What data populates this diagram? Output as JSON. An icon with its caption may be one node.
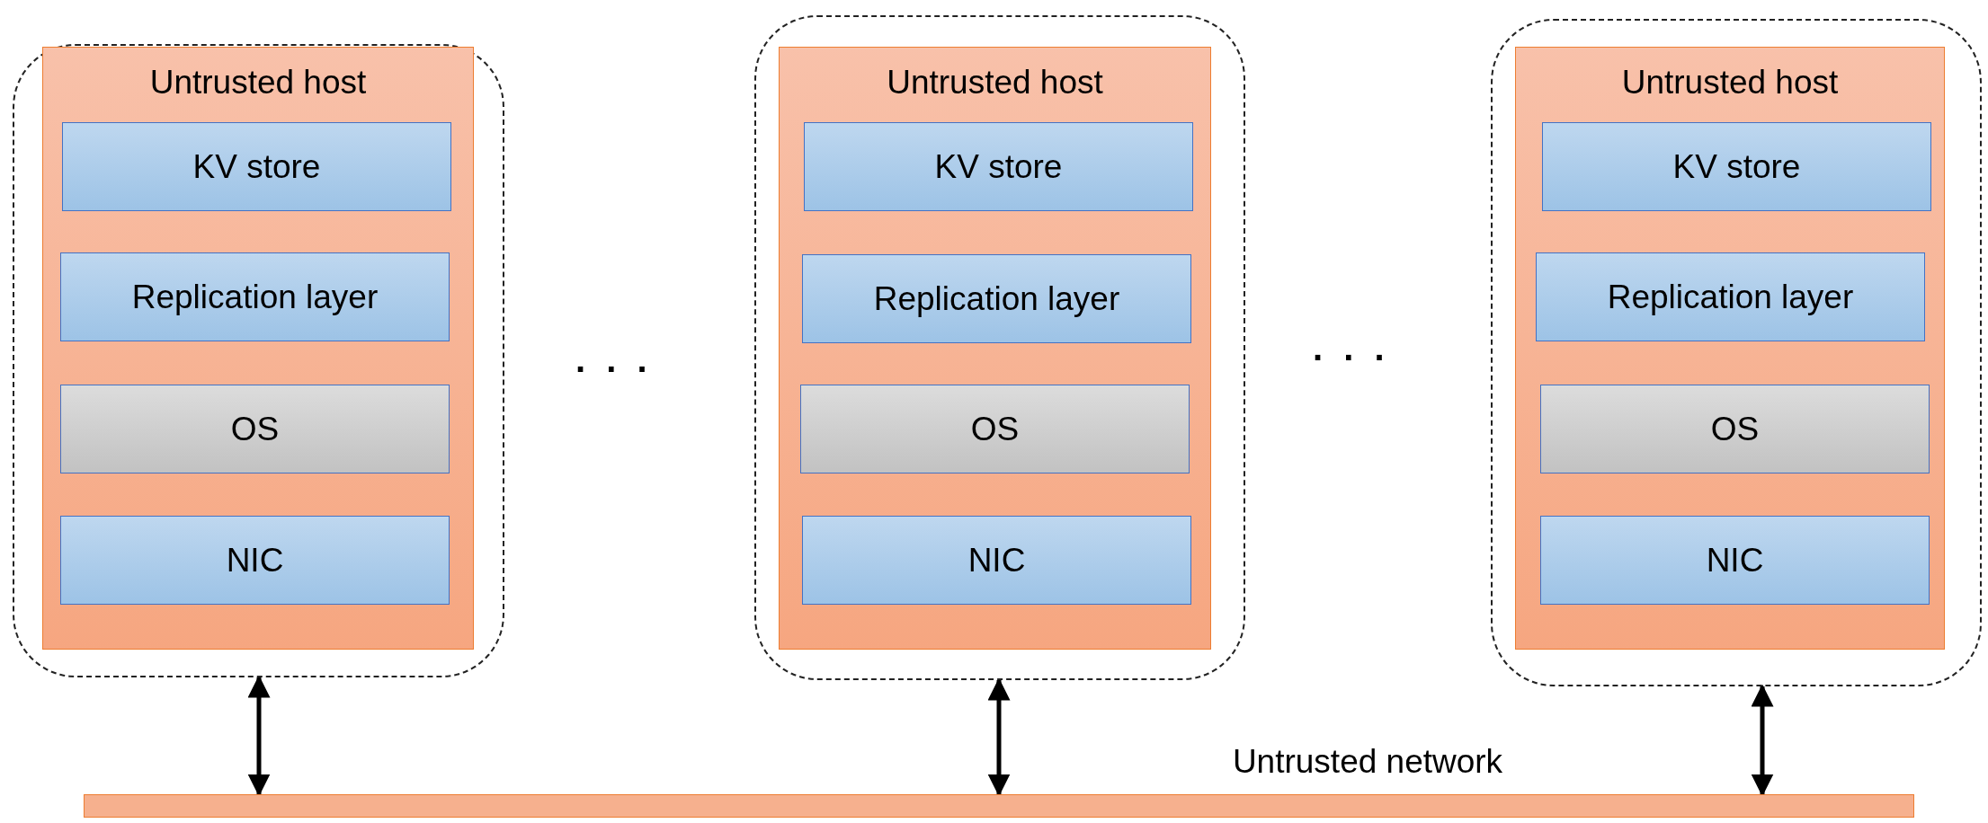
{
  "diagram": {
    "nodes": [
      {
        "text": [],
        "shape": "box"
      },
      {
        "text": [
          "Untrusted host"
        ],
        "in": 0
      },
      {
        "text": [
          "KV store"
        ],
        "in": 1
      },
      {
        "text": [
          "Replication layer"
        ],
        "in": 1
      },
      {
        "text": [
          "OS"
        ],
        "in": 1
      },
      {
        "text": [
          "NIC"
        ],
        "in": 1
      },
      {
        "text": [],
        "shape": "box"
      },
      {
        "text": [
          "Untrusted host"
        ],
        "in": 6
      },
      {
        "text": [
          "KV store"
        ],
        "in": 7
      },
      {
        "text": [
          "Replication layer"
        ],
        "in": 7
      },
      {
        "text": [
          "OS"
        ],
        "in": 7
      },
      {
        "text": [
          "NIC"
        ],
        "in": 7
      },
      {
        "text": [],
        "shape": "box"
      },
      {
        "text": [
          "Untrusted host"
        ],
        "in": 12
      },
      {
        "text": [
          "KV store"
        ],
        "in": 13
      },
      {
        "text": [
          "Replication layer"
        ],
        "in": 13
      },
      {
        "text": [
          "OS"
        ],
        "in": 13
      },
      {
        "text": [
          "NIC"
        ],
        "in": 13
      },
      {
        "text": [
          "Untrusted network"
        ]
      }
    ],
    "edges": [
      {
        "from": 0,
        "to": 18,
        "arrow": "both"
      },
      {
        "from": 6,
        "to": 18,
        "arrow": "both"
      },
      {
        "from": 12,
        "to": 18,
        "arrow": "both"
      }
    ],
    "labels": [
      ". . .",
      ". . ."
    ]
  }
}
